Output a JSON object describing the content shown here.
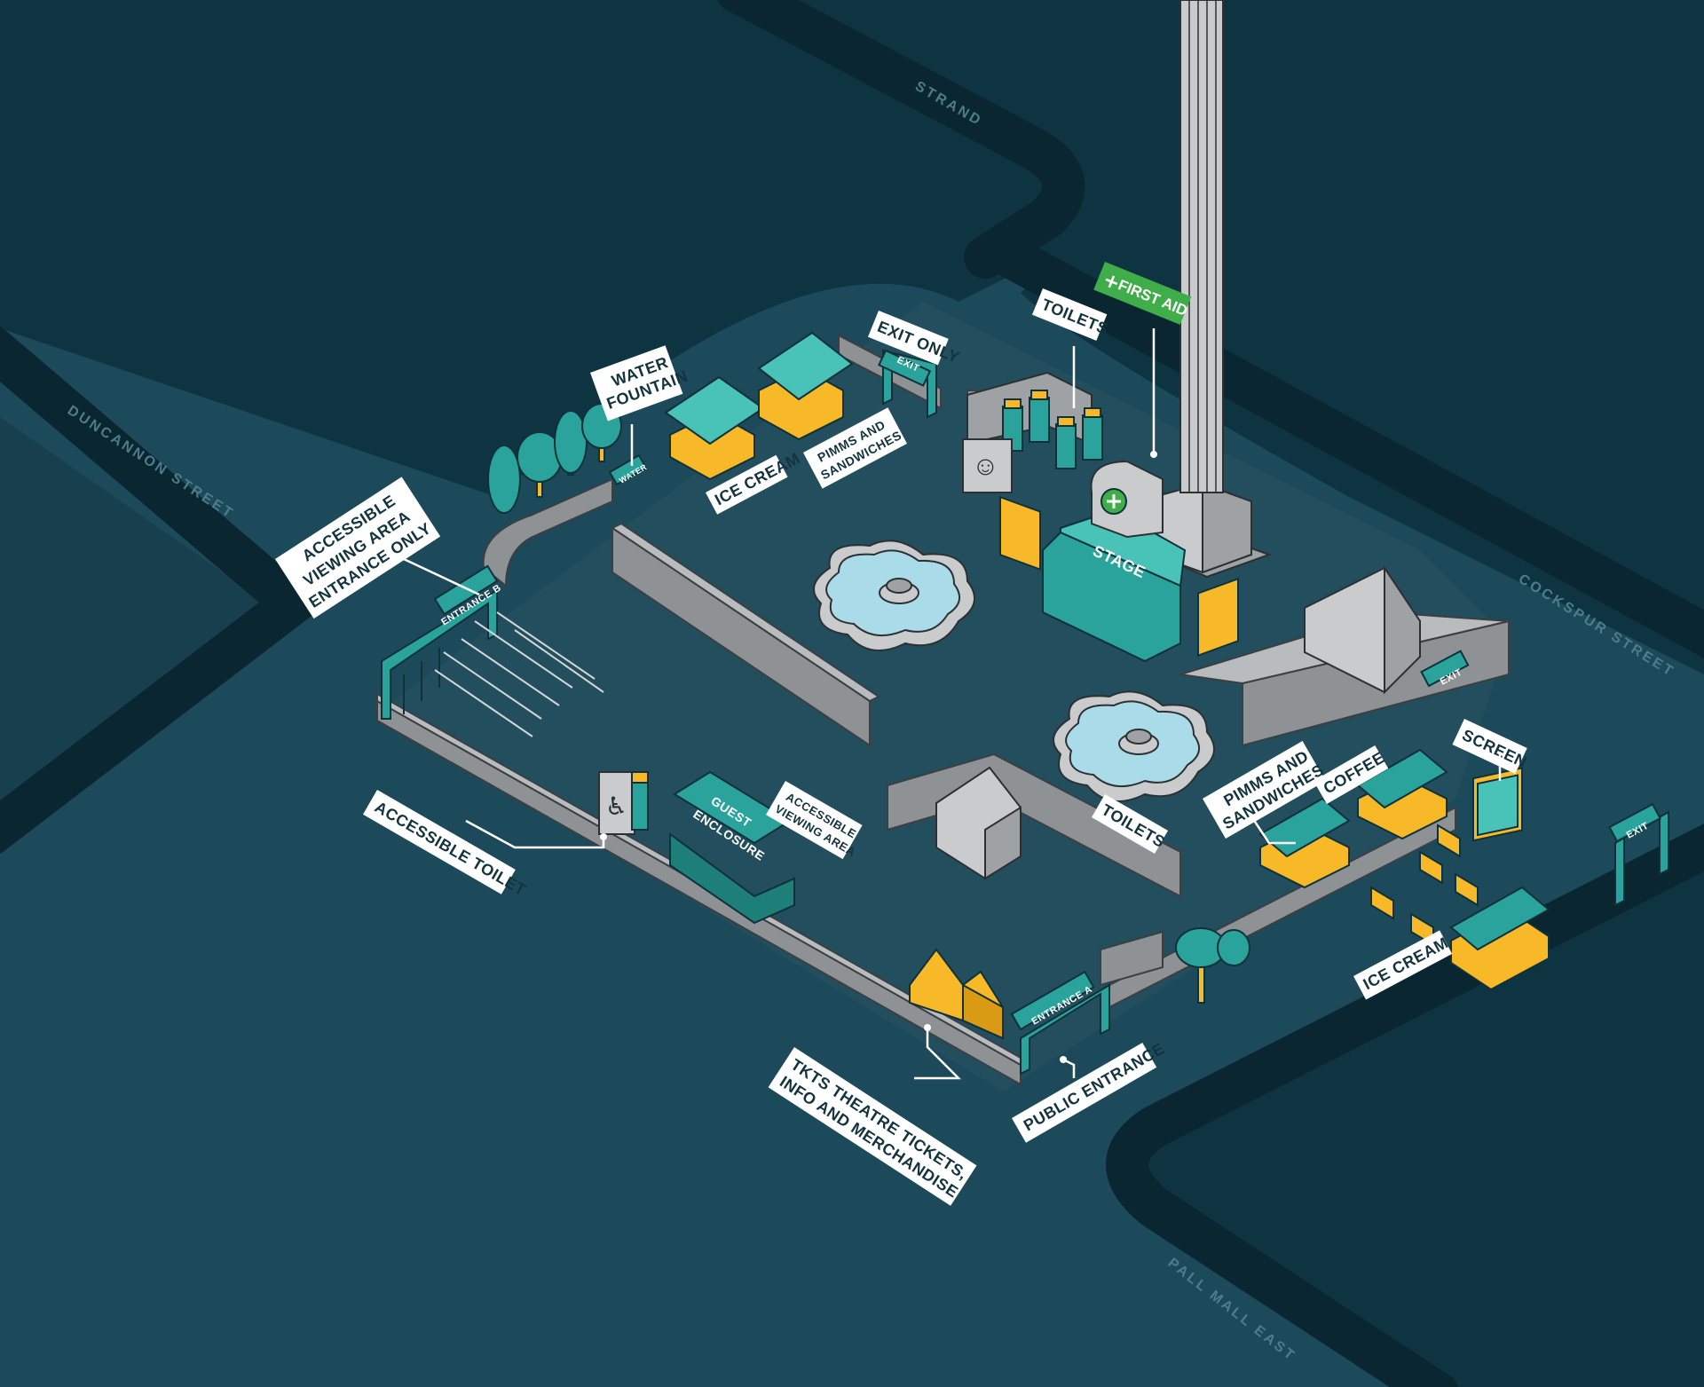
{
  "streets": {
    "strand": "STRAND",
    "duncannon": "DUNCANNON STREET",
    "cockspur": "COCKSPUR STREET",
    "pall_mall_east": "PALL MALL EAST"
  },
  "labels": {
    "exit_only": "EXIT ONLY",
    "toilets_top": "TOILETS",
    "first_aid": "FIRST AID",
    "water_fountain_1": "WATER",
    "water_fountain_2": "FOUNTAIN",
    "ice_cream_top": "ICE CREAM",
    "pimms_top_1": "PIMMS AND",
    "pimms_top_2": "SANDWICHES",
    "accessible_entrance_1": "ACCESSIBLE",
    "accessible_entrance_2": "VIEWING AREA",
    "accessible_entrance_3": "ENTRANCE ONLY",
    "accessible_toilet": "ACCESSIBLE TOILET",
    "accessible_viewing_1": "ACCESSIBLE",
    "accessible_viewing_2": "VIEWING AREA",
    "toilets_center": "TOILETS",
    "pimms_right_1": "PIMMS AND",
    "pimms_right_2": "SANDWICHES",
    "coffee": "COFFEE",
    "screen": "SCREEN",
    "ice_cream_right": "ICE CREAM",
    "tkts_1": "TKTS THEATRE TICKETS,",
    "tkts_2": "INFO AND MERCHANDISE",
    "public_entrance": "PUBLIC ENTRANCE"
  },
  "signs": {
    "exit_top": "EXIT",
    "water_sign": "WATER",
    "entrance_b": "ENTRANCE B",
    "entrance_a": "ENTRANCE A",
    "stage": "STAGE",
    "guest_1": "GUEST",
    "guest_2": "ENCLOSURE",
    "exit_right_1": "EXIT",
    "exit_right_2": "EXIT"
  },
  "icons": {
    "first_aid": "plus-cross-icon",
    "accessible": "wheelchair-icon",
    "toilets": "people-icon"
  },
  "colors": {
    "background": "#1c4a5a",
    "block": "#0e3442",
    "road": "#0a2630",
    "accent_teal": "#2aa39c",
    "accent_yellow": "#f7b928",
    "first_aid_green": "#3fae49",
    "label_white": "#ffffff"
  }
}
